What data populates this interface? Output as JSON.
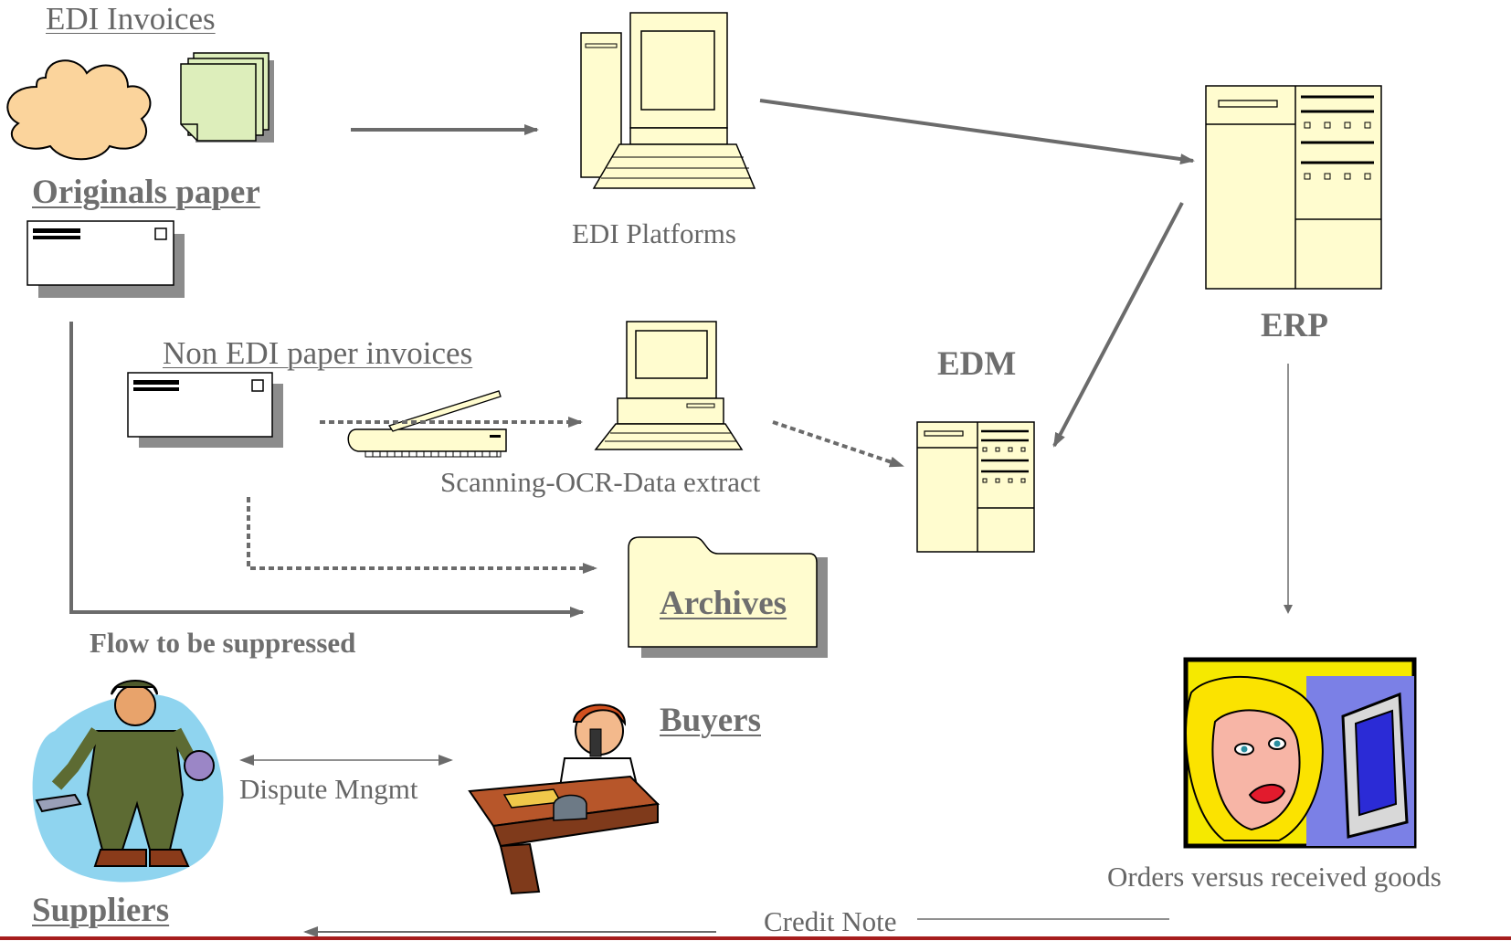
{
  "labels": {
    "edi_invoices": "EDI Invoices",
    "originals_paper": "Originals paper",
    "edi_platforms": "EDI Platforms",
    "non_edi_paper_invoices": "Non EDI paper invoices",
    "scanning_ocr": "Scanning-OCR-Data extract",
    "edm": "EDM",
    "erp": "ERP",
    "archives": "Archives",
    "flow_suppressed": "Flow to be suppressed",
    "buyers": "Buyers",
    "dispute_mngmt": "Dispute Mngmt",
    "orders_vs_goods": "Orders versus received goods",
    "suppliers": "Suppliers",
    "credit_note": "Credit Note"
  },
  "colors": {
    "arrow": "#6b6b6b",
    "device_fill": "#fffccf",
    "paper_fill": "#ddeebb",
    "cloud_fill": "#fbd49c",
    "folder_fill": "#fffccf",
    "shadow": "#8c8c8c",
    "bottom_rule": "#a61d1d"
  },
  "icons": {
    "cloud": "cloud-icon",
    "paper_stack": "paper-stack-icon",
    "envelope": "envelope-icon",
    "computer": "computer-icon",
    "scanner": "scanner-icon",
    "server": "server-icon",
    "folder": "folder-icon",
    "supplier": "supplier-clipart-icon",
    "buyer": "buyer-clipart-icon",
    "user": "user-at-monitor-icon"
  }
}
